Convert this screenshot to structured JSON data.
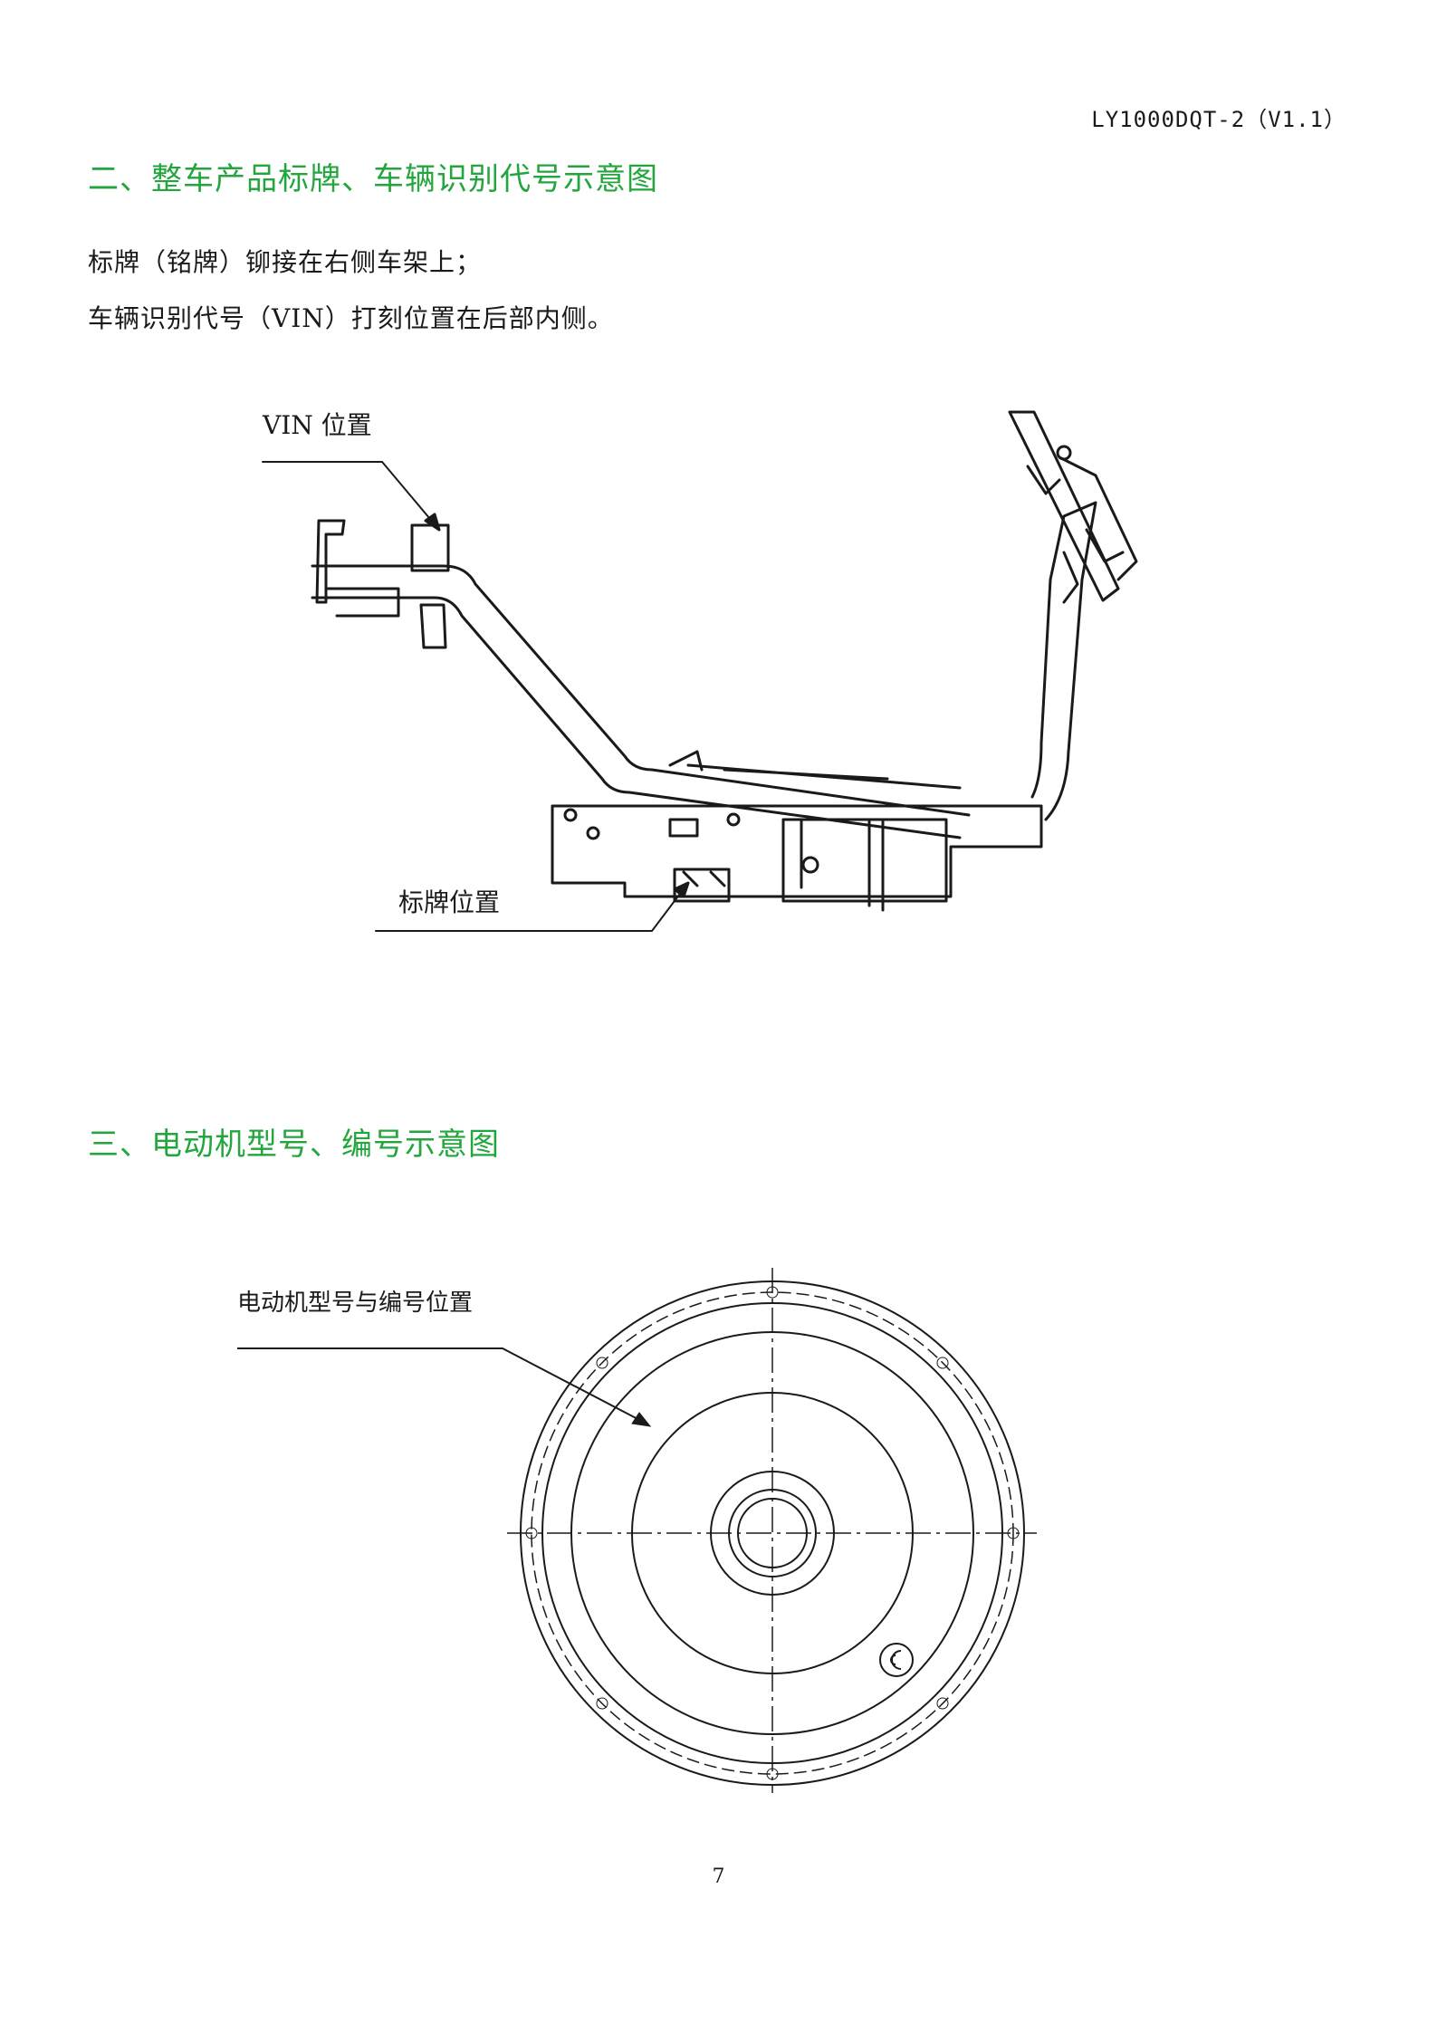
{
  "header": {
    "doc_code": "LY1000DQT-2（V1.1）"
  },
  "section2": {
    "heading": "二、整车产品标牌、车辆识别代号示意图",
    "line1": "标牌（铭牌）铆接在右侧车架上；",
    "line2": "车辆识别代号（VIN）打刻位置在后部内侧。",
    "vin_label": "VIN 位置",
    "nameplate_label": "标牌位置"
  },
  "section3": {
    "heading": "三、电动机型号、编号示意图",
    "motor_label": "电动机型号与编号位置"
  },
  "footer": {
    "page_number": "7"
  }
}
